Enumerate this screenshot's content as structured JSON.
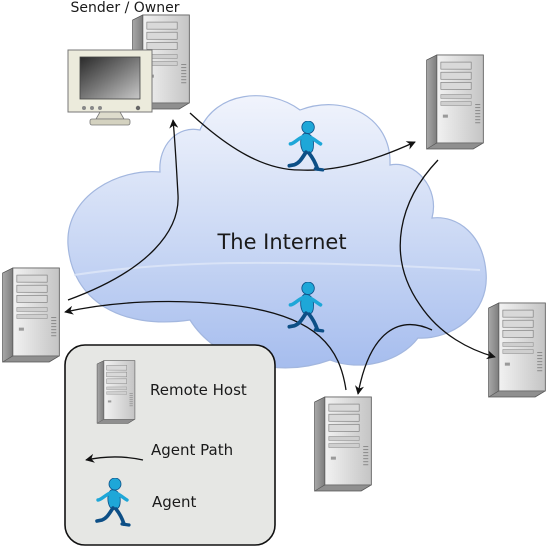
{
  "diagram": {
    "sender_label": "Sender / Owner",
    "cloud_label": "The Internet"
  },
  "legend": {
    "remote_host_label": "Remote Host",
    "agent_path_label": "Agent Path",
    "agent_label": "Agent"
  },
  "colors": {
    "cloud_top": "#eef2fb",
    "cloud_bottom": "#a9c0ee",
    "cloud_stroke": "#9fb3dc",
    "tower_light": "#e6e6e6",
    "tower_dark": "#9a9a9a",
    "agent_blue": "#1ea7d8",
    "agent_dark": "#0d4f86",
    "legend_fill": "#e6e7e4"
  },
  "icons": [
    "desktop-computer-icon",
    "server-tower-icon",
    "running-agent-icon",
    "arrow-icon"
  ]
}
